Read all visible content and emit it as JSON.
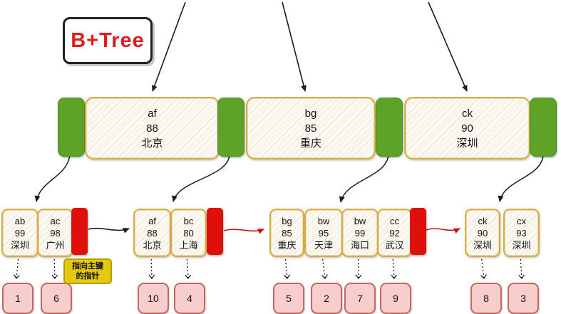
{
  "title": {
    "label": "B+Tree"
  },
  "internal_nodes": [
    {
      "key": "af",
      "value": "88",
      "city": "北京"
    },
    {
      "key": "bg",
      "value": "85",
      "city": "重庆"
    },
    {
      "key": "ck",
      "value": "90",
      "city": "深圳"
    }
  ],
  "leaf_groups": [
    {
      "cells": [
        {
          "key": "ab",
          "value": "99",
          "city": "深圳"
        },
        {
          "key": "ac",
          "value": "98",
          "city": "广州"
        }
      ]
    },
    {
      "cells": [
        {
          "key": "af",
          "value": "88",
          "city": "北京"
        },
        {
          "key": "bc",
          "value": "80",
          "city": "上海"
        }
      ]
    },
    {
      "cells": [
        {
          "key": "bg",
          "value": "85",
          "city": "重庆"
        },
        {
          "key": "bw",
          "value": "95",
          "city": "天津"
        },
        {
          "key": "bw",
          "value": "99",
          "city": "海口"
        },
        {
          "key": "cc",
          "value": "92",
          "city": "武汉"
        }
      ]
    },
    {
      "cells": [
        {
          "key": "ck",
          "value": "90",
          "city": "深圳"
        },
        {
          "key": "cx",
          "value": "93",
          "city": "深圳"
        }
      ]
    }
  ],
  "primary_keys": [
    "1",
    "6",
    "10",
    "4",
    "5",
    "2",
    "7",
    "9",
    "8",
    "3"
  ],
  "annotation": {
    "line1": "指向主键",
    "line2": "的指针"
  },
  "colors": {
    "node_green": "#5ea228",
    "pointer_block_red": "#df100c",
    "pk_box_fill": "#f8cecc",
    "pk_box_border": "#c26764",
    "box_border_gold": "#d5ac45",
    "annotation_yellow": "#e5c90f",
    "title_text_red": "#e11c1c",
    "link_arrow_red": "#c41414",
    "arrow_black": "#1c1c1c"
  }
}
